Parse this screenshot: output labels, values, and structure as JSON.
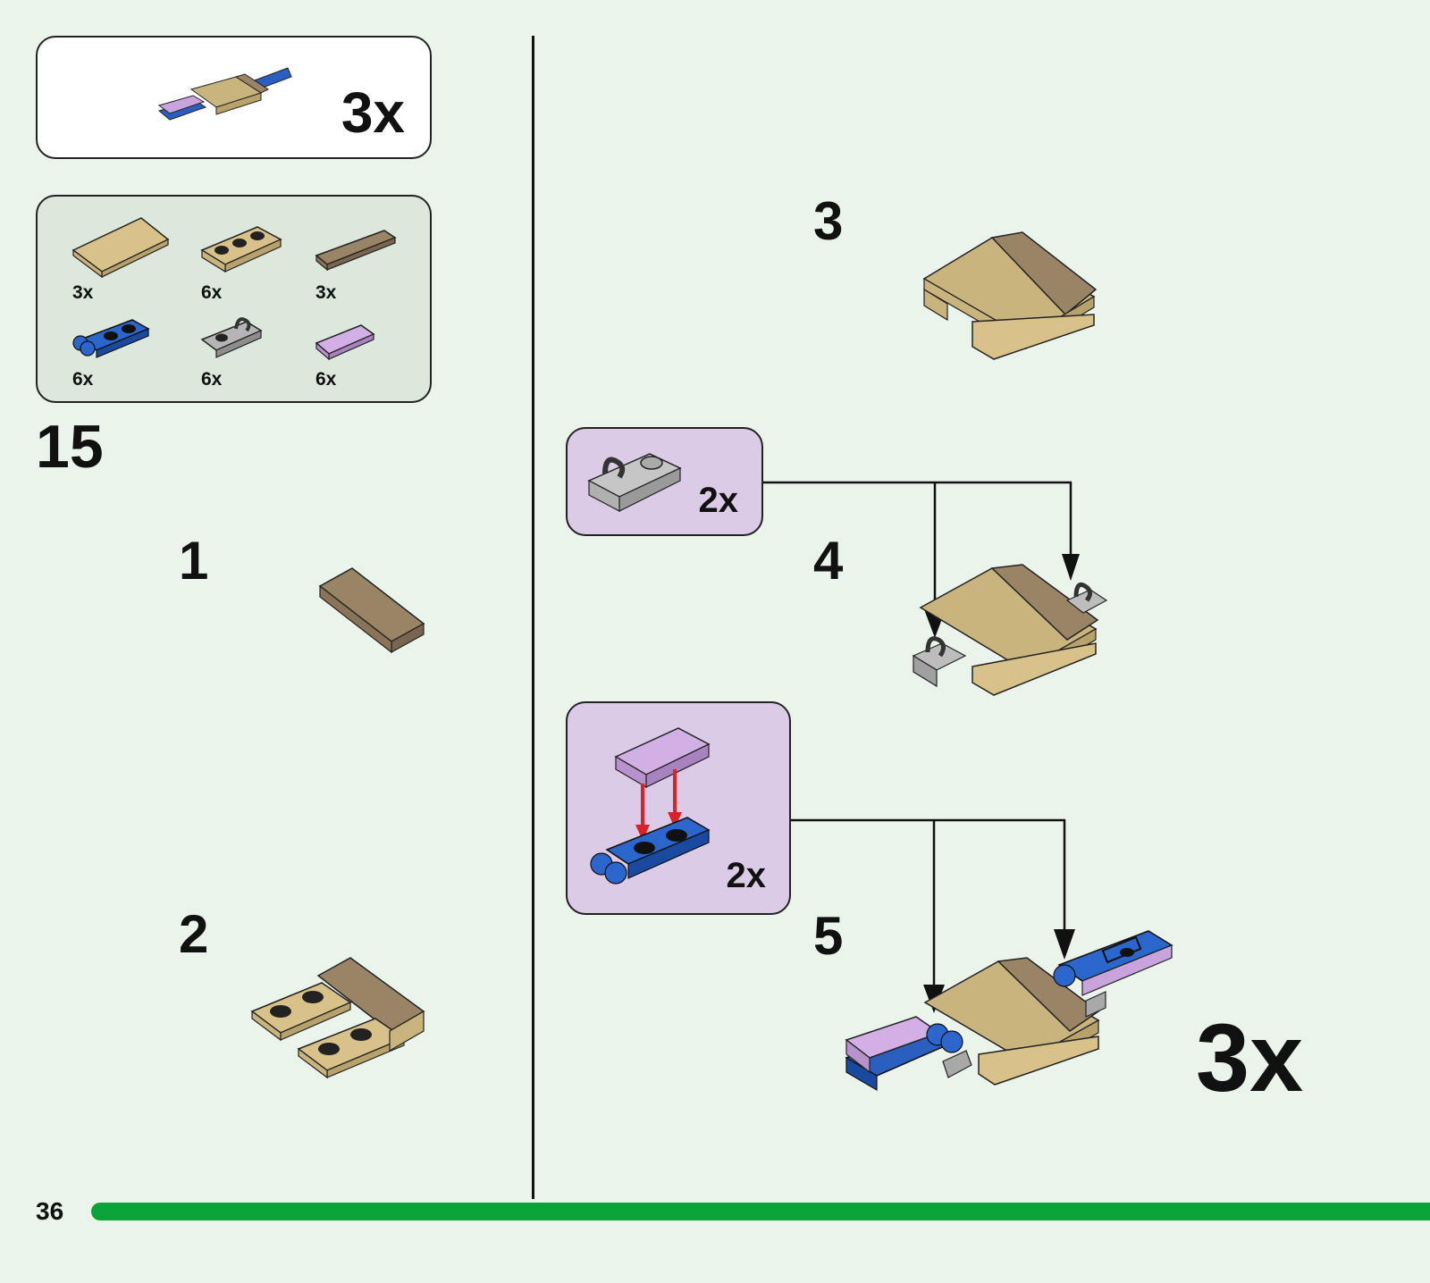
{
  "submodel": {
    "quantity": "3x"
  },
  "parts_list": [
    {
      "name": "tan-tile-2x4",
      "qty": "3x"
    },
    {
      "name": "tan-plate-1x3",
      "qty": "6x"
    },
    {
      "name": "brown-tile-1x4",
      "qty": "3x"
    },
    {
      "name": "blue-plate-1x2-clip",
      "qty": "6x"
    },
    {
      "name": "grey-plate-1x2-clip",
      "qty": "6x"
    },
    {
      "name": "lavender-tile-1x2",
      "qty": "6x"
    }
  ],
  "main_step": "15",
  "substeps": [
    {
      "number": "1"
    },
    {
      "number": "2"
    },
    {
      "number": "3"
    },
    {
      "number": "4",
      "callout_qty": "2x"
    },
    {
      "number": "5",
      "callout_qty": "2x",
      "final_qty": "3x"
    }
  ],
  "page_number": "36",
  "colors": {
    "background": "#eaf4ea",
    "parts_panel": "#dbe8db",
    "callout": "#dccbe6",
    "progress_bar": "#0aa33a",
    "tan": "#c9b47e",
    "brown": "#9a8466",
    "blue": "#1f5fc4",
    "grey": "#a9a9a9",
    "lavender": "#c8a3dc"
  }
}
